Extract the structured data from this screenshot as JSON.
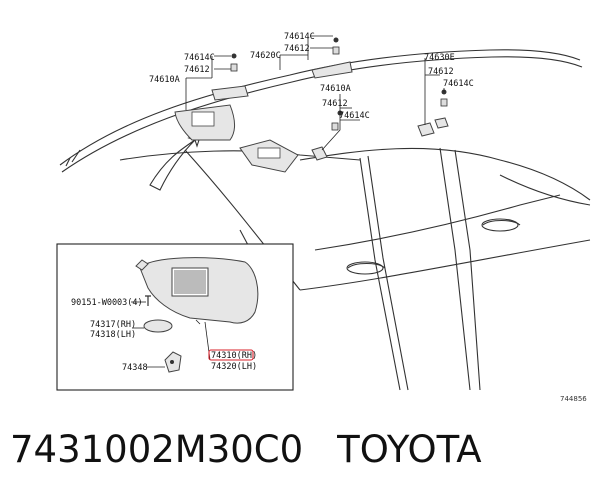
{
  "labels": {
    "l_74614C_a": "74614C",
    "l_74612_a": "74612",
    "l_74610A_a": "74610A",
    "l_74620C": "74620C",
    "l_74614C_b": "74614C",
    "l_74612_b": "74612",
    "l_74610A_b": "74610A",
    "l_74612_c": "74612",
    "l_74614C_c": "74614C",
    "l_74630E": "74630E",
    "l_74612_d": "74612",
    "l_74614C_d": "74614C",
    "l_90151": "90151-W0003(4)",
    "l_74317": "74317(RH)",
    "l_74318": "74318(LH)",
    "l_74348": "74348",
    "l_74310": "74310(RH)",
    "l_74320": "74320(LH)"
  },
  "diagram_code": "744856",
  "caption": {
    "part_number": "7431002M30C0",
    "brand": "TOYOTA"
  },
  "colors": {
    "highlight": "#d9202a"
  }
}
